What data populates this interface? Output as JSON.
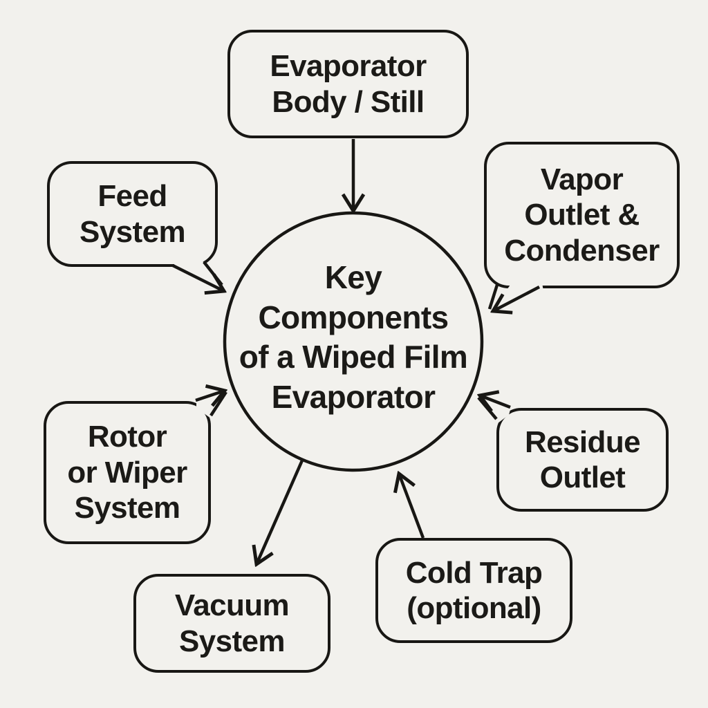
{
  "diagram": {
    "background_color": "#f2f1ed",
    "line_color": "#181714",
    "text_color": "#1b1a17",
    "center": {
      "label": "Key\nComponents\nof a Wiped Film\nEvaporator"
    },
    "nodes": {
      "evaporator": {
        "label": "Evaporator\nBody / Still"
      },
      "feed": {
        "label": "Feed\nSystem"
      },
      "vapor": {
        "label": "Vapor\nOutlet &\nCondenser"
      },
      "rotor": {
        "label": "Rotor\nor Wiper\nSystem"
      },
      "residue": {
        "label": "Residue\nOutlet"
      },
      "vacuum": {
        "label": "Vacuum\nSystem"
      },
      "coldtrap": {
        "label": "Cold Trap\n(optional)"
      }
    },
    "edges": [
      {
        "from": "evaporator",
        "to": "center",
        "style": "line-arrow"
      },
      {
        "from": "feed",
        "to": "center",
        "style": "tail-arrow"
      },
      {
        "from": "vapor",
        "to": "center",
        "style": "tail-arrow"
      },
      {
        "from": "rotor",
        "to": "center",
        "style": "tail-arrow"
      },
      {
        "from": "residue",
        "to": "center",
        "style": "tail-arrow"
      },
      {
        "from": "center",
        "to": "vacuum",
        "style": "line-arrow"
      },
      {
        "from": "coldtrap",
        "to": "center",
        "style": "line-arrow"
      }
    ]
  }
}
